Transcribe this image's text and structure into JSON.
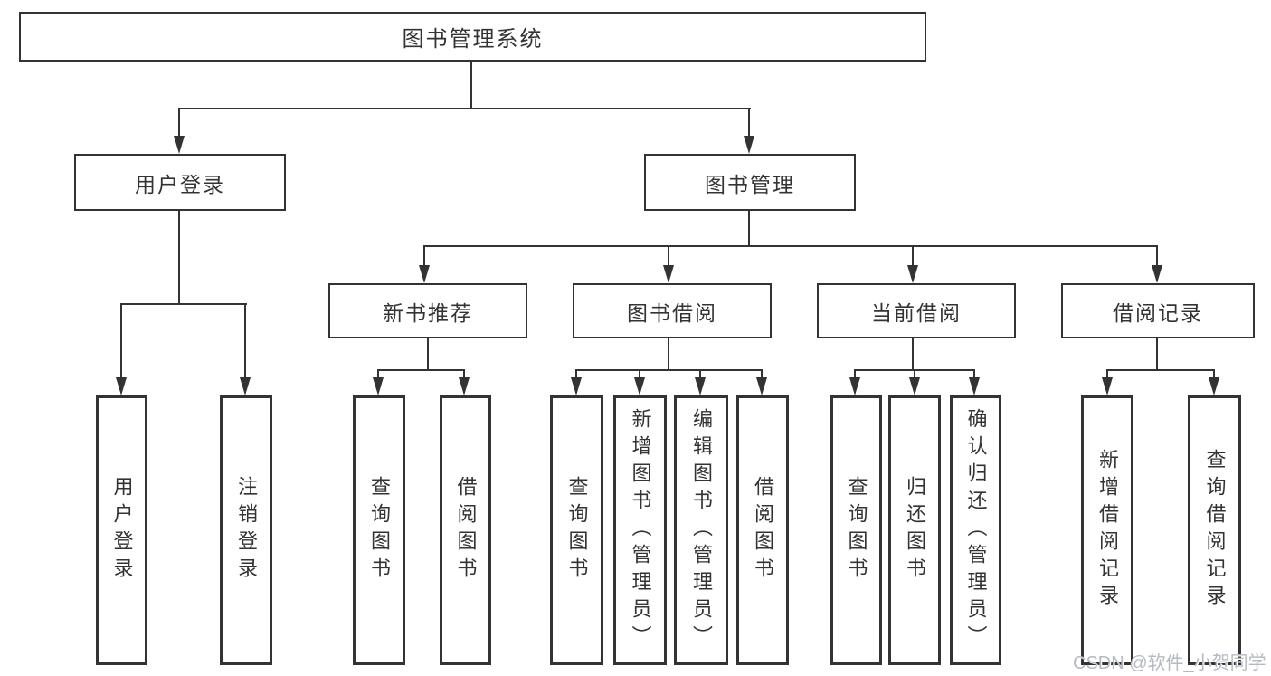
{
  "diagram": {
    "root": {
      "label": "图书管理系统"
    },
    "level2": [
      {
        "label": "用户登录"
      },
      {
        "label": "图书管理"
      }
    ],
    "level3": [
      {
        "label": "新书推荐"
      },
      {
        "label": "图书借阅"
      },
      {
        "label": "当前借阅"
      },
      {
        "label": "借阅记录"
      }
    ],
    "leaves": {
      "login": [
        "用户登录",
        "注销登录"
      ],
      "recommend": [
        "查询图书",
        "借阅图书"
      ],
      "borrow": [
        "查询图书",
        "新增图书（管理员）",
        "编辑图书（管理员）",
        "借阅图书"
      ],
      "current": [
        "查询图书",
        "归还图书",
        "确认归还（管理员）"
      ],
      "records": [
        "新增借阅记录",
        "查询借阅记录"
      ]
    }
  },
  "watermark": "CSDN @软件_小贺同学",
  "colors": {
    "line": "#333333",
    "text": "#333333",
    "watermark": "#b6bac0",
    "background": "#ffffff"
  }
}
